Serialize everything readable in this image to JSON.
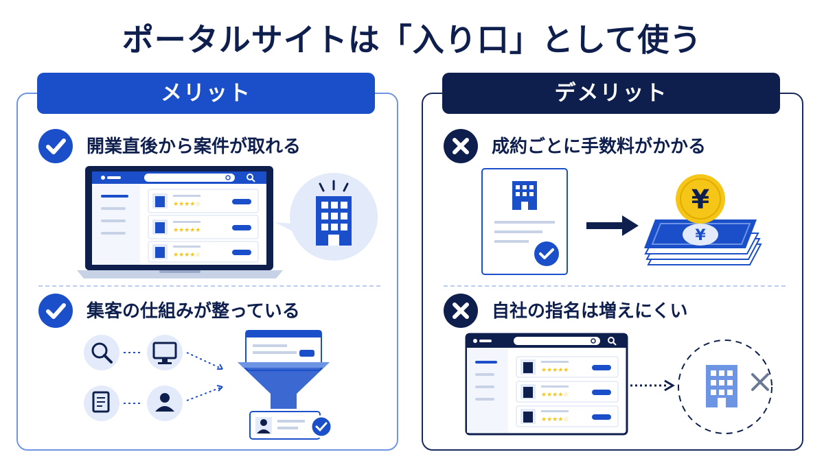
{
  "title": "ポータルサイトは「入り口」として使う",
  "merit": {
    "header": "メリット",
    "items": [
      {
        "title": "開業直後から案件が取れる"
      },
      {
        "title": "集客の仕組みが整っている"
      }
    ]
  },
  "demerit": {
    "header": "デメリット",
    "items": [
      {
        "title": "成約ごとに手数料がかかる"
      },
      {
        "title": "自社の指名は増えにくい"
      }
    ]
  },
  "currency_symbol": "¥",
  "colors": {
    "primary": "#1a4fc9",
    "navy": "#0f1f4d",
    "light": "#e3ebfa",
    "gold": "#f5c518"
  }
}
